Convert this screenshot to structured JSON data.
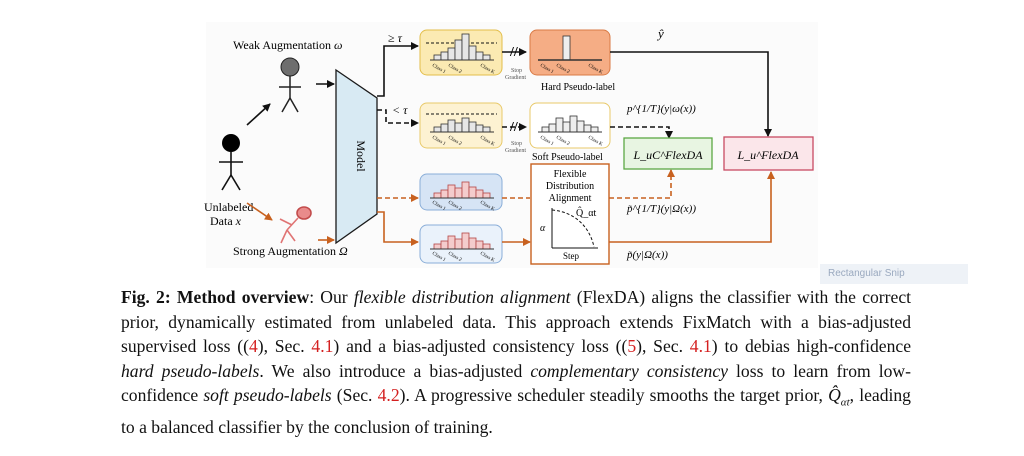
{
  "figure": {
    "weak_aug_label": "Weak Augmentation",
    "weak_aug_symbol": "ω",
    "strong_aug_label": "Strong Augmentation",
    "strong_aug_symbol": "Ω",
    "unlabeled_line1": "Unlabeled",
    "unlabeled_line2": "Data",
    "unlabeled_symbol": "x",
    "model_label": "Model",
    "ge_tau": "≥ τ",
    "lt_tau": "< τ",
    "class1": "Class 1",
    "class2": "Class 2",
    "classK": "Class K",
    "stop_gradient_1": "Stop",
    "stop_gradient_2": "Gradient",
    "hard_pseudo_label": "Hard Pseudo-label",
    "soft_pseudo_label": "Soft Pseudo-label",
    "y_hat": "ŷ",
    "p_weak": "p^{1/T}(y|ω(x))",
    "p_strong_T": "p̃^{1/T}(y|Ω(x))",
    "p_strong": "p̃(y|Ω(x))",
    "loss_uc": "L_uC^FlexDA",
    "loss_u": "L_u^FlexDA",
    "fda_line1": "Flexible",
    "fda_line2": "Distribution",
    "fda_line3": "Alignment",
    "fda_alpha": "α",
    "fda_q": "Q̂_αt",
    "fda_step": "Step"
  },
  "caption": {
    "fig_label": "Fig. 2:",
    "title": "Method overview",
    "t1": ": Our ",
    "i1": "flexible distribution alignment",
    "t2": " (FlexDA) aligns the classifier with the correct prior, dynamically estimated from unlabeled data. This approach extends FixMatch with a bias-adjusted supervised loss ((",
    "r1": "4",
    "t3": "), Sec. ",
    "r2": "4.1",
    "t4": ") and a bias-adjusted consistency loss ((",
    "r3": "5",
    "t5": "), Sec. ",
    "r4": "4.1",
    "t6": ") to debias high-confidence ",
    "i2": "hard pseudo-labels",
    "t7": ". We also introduce a bias-adjusted ",
    "i3": "complementary consistency",
    "t8": " loss to learn from low-confidence ",
    "i4": "soft pseudo-labels",
    "t9": " (Sec. ",
    "r5": "4.2",
    "t10": "). A progressive scheduler steadily smooths the target prior, ",
    "q_symbol": "Q̂",
    "q_sub": "αt",
    "t11": ", leading to a balanced classifier by the conclusion of training."
  },
  "snip_tool": {
    "label": "Rectangular Snip"
  }
}
